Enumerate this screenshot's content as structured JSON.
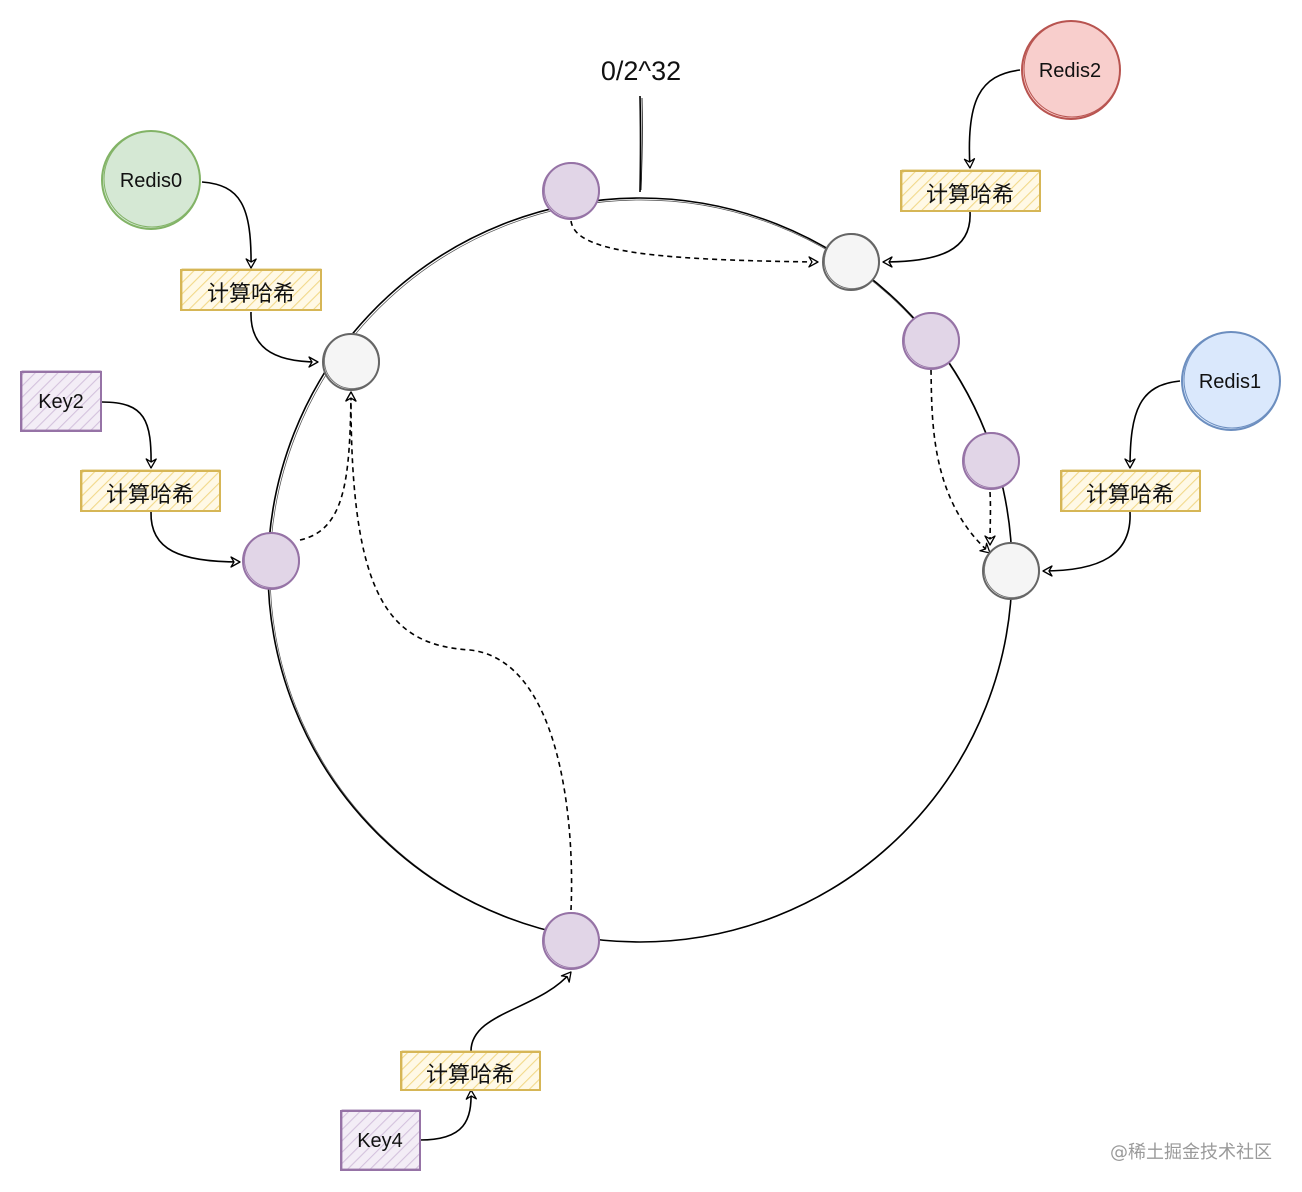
{
  "ring": {
    "origin_label": "0/2^32"
  },
  "servers": [
    {
      "id": "redis0",
      "label": "Redis0",
      "fill": "#d5e8d4",
      "stroke": "#82b366"
    },
    {
      "id": "redis1",
      "label": "Redis1",
      "fill": "#dae8fc",
      "stroke": "#6c8ebf"
    },
    {
      "id": "redis2",
      "label": "Redis2",
      "fill": "#f8cecc",
      "stroke": "#b85450"
    }
  ],
  "keys": [
    {
      "id": "key2",
      "label": "Key2"
    },
    {
      "id": "key4",
      "label": "Key4"
    }
  ],
  "hash_boxes": [
    {
      "id": "hash-redis0",
      "label": "计算哈希"
    },
    {
      "id": "hash-redis2",
      "label": "计算哈希"
    },
    {
      "id": "hash-redis1",
      "label": "计算哈希"
    },
    {
      "id": "hash-key2",
      "label": "计算哈希"
    },
    {
      "id": "hash-key4",
      "label": "计算哈希"
    }
  ],
  "colors": {
    "ring_stroke": "#000000",
    "server_node_fill": "#f5f5f5",
    "server_node_stroke": "#666666",
    "key_node_fill": "#e1d5e7",
    "key_node_stroke": "#9673a6",
    "hash_box_fill": "#fff2cc",
    "hash_box_stroke": "#d6b656",
    "key_box_fill": "#e1d5e7",
    "key_box_stroke": "#9673a6"
  },
  "watermark": "@稀土掘金技术社区"
}
